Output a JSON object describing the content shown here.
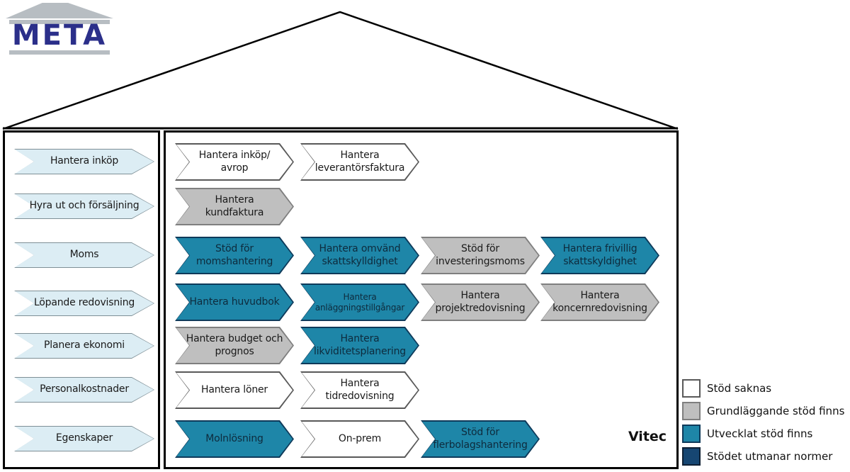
{
  "logo": {
    "text": "META"
  },
  "brand": {
    "name": "Vitec"
  },
  "colors": {
    "status_white_fill": "#ffffff",
    "status_gray_fill": "#bfbfbf",
    "status_teal_fill": "#1e86a8",
    "status_navy_fill": "#164672",
    "sidebar_fill": "#dcedf4",
    "logo_text": "#2b2f8a"
  },
  "sidebar": {
    "items": [
      {
        "label": "Hantera inköp"
      },
      {
        "label": "Hyra ut och försäljning"
      },
      {
        "label": "Moms"
      },
      {
        "label": "Löpande redovisning"
      },
      {
        "label": "Planera ekonomi"
      },
      {
        "label": "Personalkostnader"
      },
      {
        "label": "Egenskaper"
      }
    ]
  },
  "main": {
    "rows": [
      {
        "boxes": [
          {
            "label": "Hantera inköp/ avrop",
            "status": "white"
          },
          {
            "label": "Hantera leverantörsfaktura",
            "status": "white"
          }
        ]
      },
      {
        "boxes": [
          {
            "label": "Hantera kundfaktura",
            "status": "gray"
          }
        ]
      },
      {
        "boxes": [
          {
            "label": "Stöd för momshantering",
            "status": "teal"
          },
          {
            "label": "Hantera omvänd skattskylldighet",
            "status": "teal"
          },
          {
            "label": "Stöd för investeringsmoms",
            "status": "gray"
          },
          {
            "label": "Hantera frivillig skattskyldighet",
            "status": "teal"
          }
        ]
      },
      {
        "boxes": [
          {
            "label": "Hantera huvudbok",
            "status": "teal"
          },
          {
            "label": "Hantera anläggningstillgångar",
            "status": "teal"
          },
          {
            "label": "Hantera projektredovisning",
            "status": "gray"
          },
          {
            "label": "Hantera koncernredovisning",
            "status": "gray"
          }
        ]
      },
      {
        "boxes": [
          {
            "label": "Hantera budget och prognos",
            "status": "gray"
          },
          {
            "label": "Hantera likviditetsplanering",
            "status": "teal"
          }
        ]
      },
      {
        "boxes": [
          {
            "label": "Hantera löner",
            "status": "white"
          },
          {
            "label": "Hantera tidredovisning",
            "status": "white"
          }
        ]
      },
      {
        "boxes": [
          {
            "label": "Molnlösning",
            "status": "teal"
          },
          {
            "label": "On-prem",
            "status": "white"
          },
          {
            "label": "Stöd för flerbolagshantering",
            "status": "teal"
          }
        ]
      }
    ]
  },
  "legend": {
    "items": [
      {
        "label": "Stöd saknas",
        "status": "white"
      },
      {
        "label": "Grundläggande stöd finns",
        "status": "gray"
      },
      {
        "label": "Utvecklat stöd finns",
        "status": "teal"
      },
      {
        "label": "Stödet utmanar normer",
        "status": "navy"
      }
    ]
  }
}
